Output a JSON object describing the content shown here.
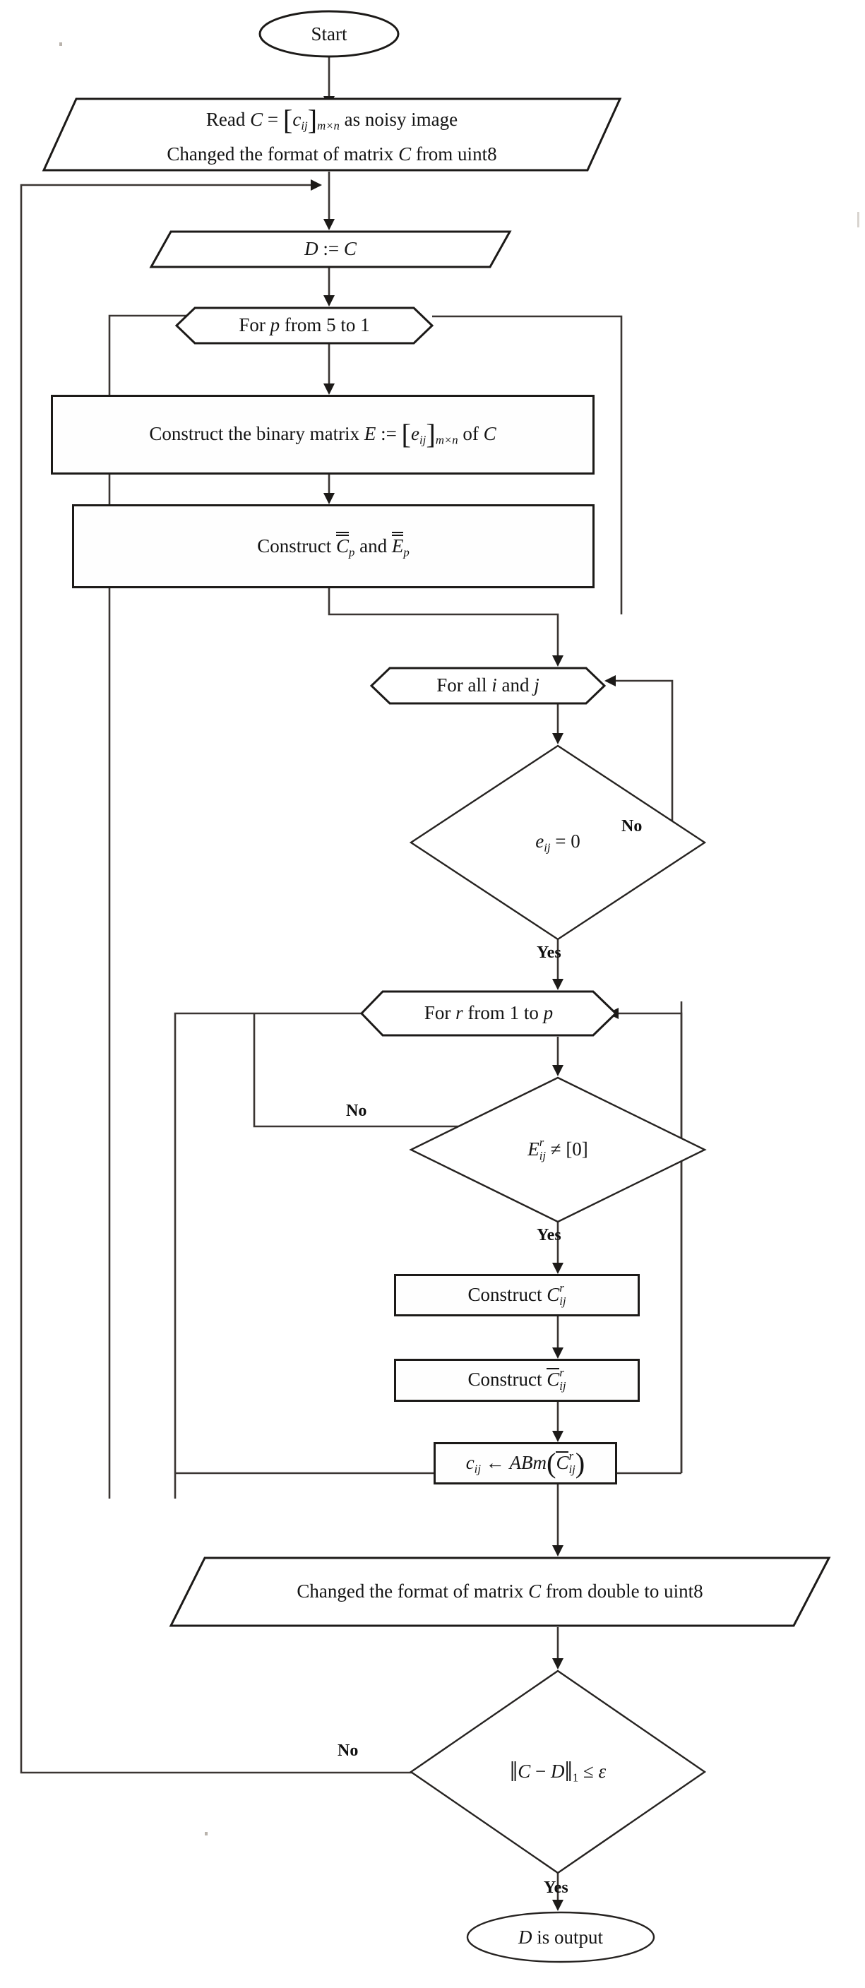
{
  "diagram": {
    "title": "Image denoising algorithm flowchart",
    "type": "flowchart",
    "line_color": "#1c1a18",
    "background": "#ffffff"
  },
  "nodes": {
    "start": {
      "shape": "terminator",
      "label": "Start"
    },
    "read_input": {
      "shape": "parallelogram",
      "line1_pre": "Read ",
      "line1_var": "C",
      "line1_eq": " = ",
      "line1_open": "[",
      "line1_inner": "c",
      "line1_inner_sub": "ij",
      "line1_close": "]",
      "line1_dim": "m×n",
      "line1_post": " as noisy image",
      "line2": "Changed the format of matrix C  from uint8",
      "line2_a": "Changed the format of matrix ",
      "line2_var": "C",
      "line2_b": " from uint8"
    },
    "assign_d": {
      "shape": "parallelogram",
      "label_var": "D",
      "label_op": " := ",
      "label_var2": "C"
    },
    "for_p": {
      "shape": "hexagon",
      "pre": "For ",
      "var": "p",
      "post": " from 5 to 1"
    },
    "construct_e": {
      "shape": "rectangle",
      "pre": "Construct the binary matrix ",
      "var": "E",
      "op": " := ",
      "open": "[",
      "inner": "e",
      "inner_sub": "ij",
      "close": "]",
      "dim": "m×n",
      "post": " of ",
      "post_var": "C"
    },
    "construct_cp_ep": {
      "shape": "rectangle",
      "pre": "Construct ",
      "var1": "C",
      "var1_sub": "p",
      "mid": " and ",
      "var2": "E",
      "var2_sub": "p"
    },
    "for_all_ij": {
      "shape": "hexagon",
      "pre": "For all ",
      "var1": "i",
      "mid": " and ",
      "var2": "j"
    },
    "check_eij": {
      "shape": "diamond",
      "var": "e",
      "sub": "ij",
      "op": " = 0"
    },
    "for_r": {
      "shape": "hexagon",
      "pre": "For ",
      "var": "r",
      "post": "  from 1 to ",
      "var2": "p"
    },
    "check_eij_r": {
      "shape": "diamond",
      "var": "E",
      "sub": "ij",
      "sup": "r",
      "op": " ≠ [0]"
    },
    "construct_cij_r": {
      "shape": "rectangle",
      "pre": "Construct ",
      "var": "C",
      "sub": "ij",
      "sup": "r"
    },
    "construct_cij_bar_r": {
      "shape": "rectangle",
      "pre": "Construct ",
      "var": "C",
      "sub": "ij",
      "sup": "r"
    },
    "assign_cij": {
      "shape": "rectangle",
      "var": "c",
      "sub": "ij",
      "arrow": " ← ",
      "fn": "ABm",
      "open": "(",
      "inner": "C",
      "inner_sub": "ij",
      "inner_sup": "r",
      "close": ")"
    },
    "changed_format": {
      "shape": "parallelogram",
      "a": "Changed the format of matrix ",
      "var": "C",
      "b": "  from double to uint8"
    },
    "check_norm": {
      "shape": "diamond",
      "norm_open": "‖",
      "var1": "C",
      "minus": " − ",
      "var2": "D",
      "norm_close": "‖",
      "norm_sub": "1",
      "op": " ≤ ",
      "eps": "ε"
    },
    "output": {
      "shape": "terminator",
      "var": "D",
      "label_rest": " is output"
    }
  },
  "edge_labels": {
    "eij_no": "No",
    "eij_yes": "Yes",
    "eij_r_no": "No",
    "eij_r_yes": "Yes",
    "norm_no": "No",
    "norm_yes": "Yes"
  }
}
